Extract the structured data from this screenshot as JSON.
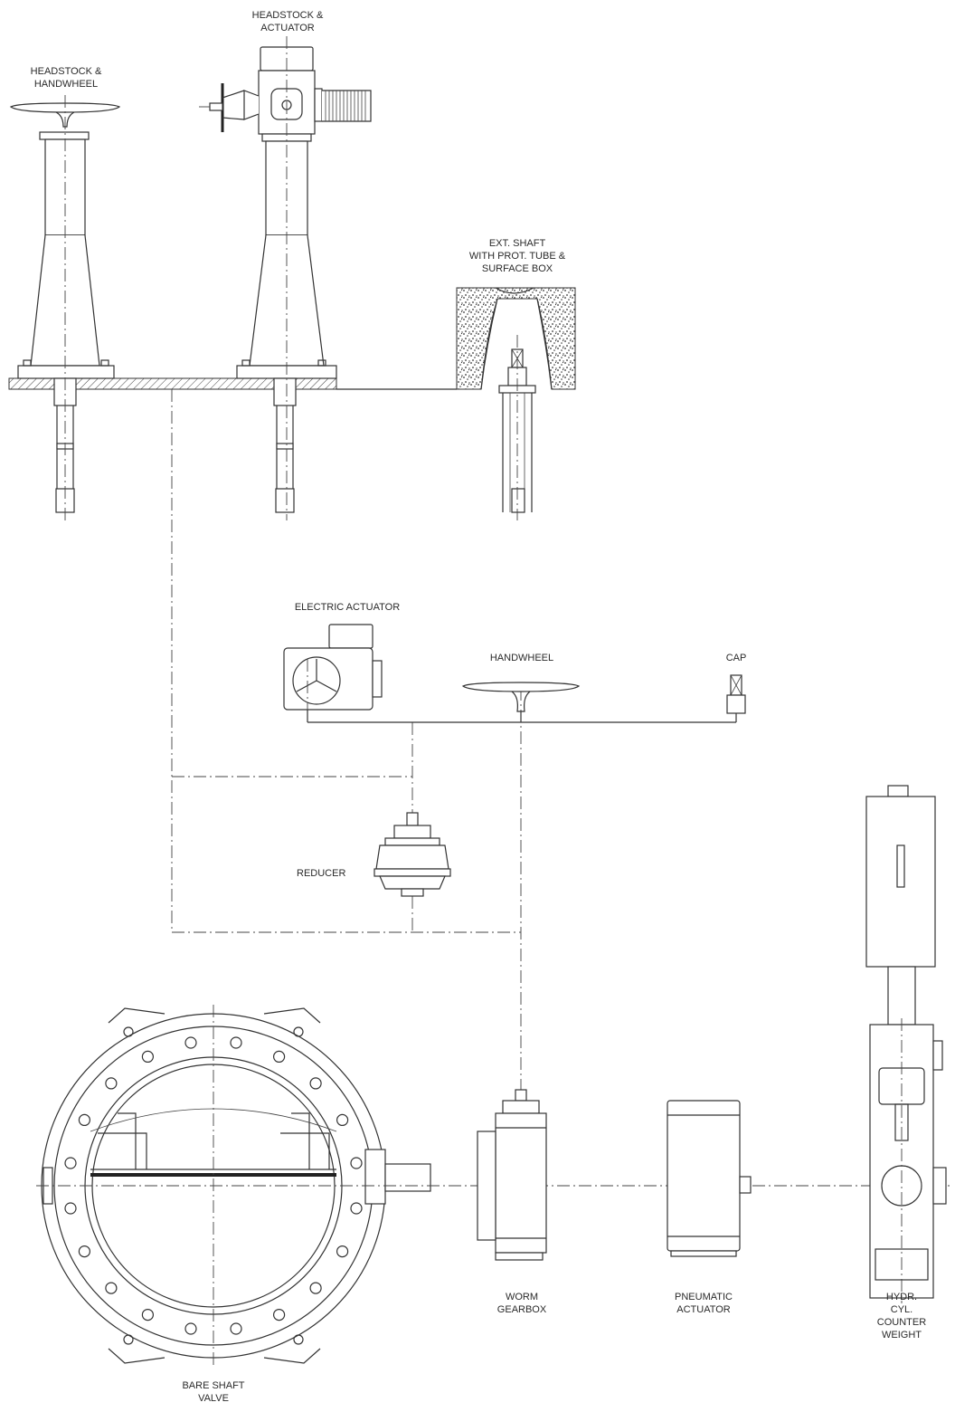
{
  "labels": {
    "headstock_handwheel": "HEADSTOCK &\nHANDWHEEL",
    "headstock_actuator": "HEADSTOCK &\nACTUATOR",
    "ext_shaft": "EXT. SHAFT\nWITH PROT. TUBE &\nSURFACE BOX",
    "electric_actuator": "ELECTRIC ACTUATOR",
    "handwheel": "HANDWHEEL",
    "cap": "CAP",
    "reducer": "REDUCER",
    "bare_shaft_valve": "BARE SHAFT\nVALVE",
    "worm_gearbox": "WORM\nGEARBOX",
    "pneumatic_actuator": "PNEUMATIC\nACTUATOR",
    "hydr_cyl": "HYDR. CYL.\nCOUNTER WEIGHT"
  },
  "colors": {
    "line": "#333333",
    "background": "#ffffff"
  }
}
